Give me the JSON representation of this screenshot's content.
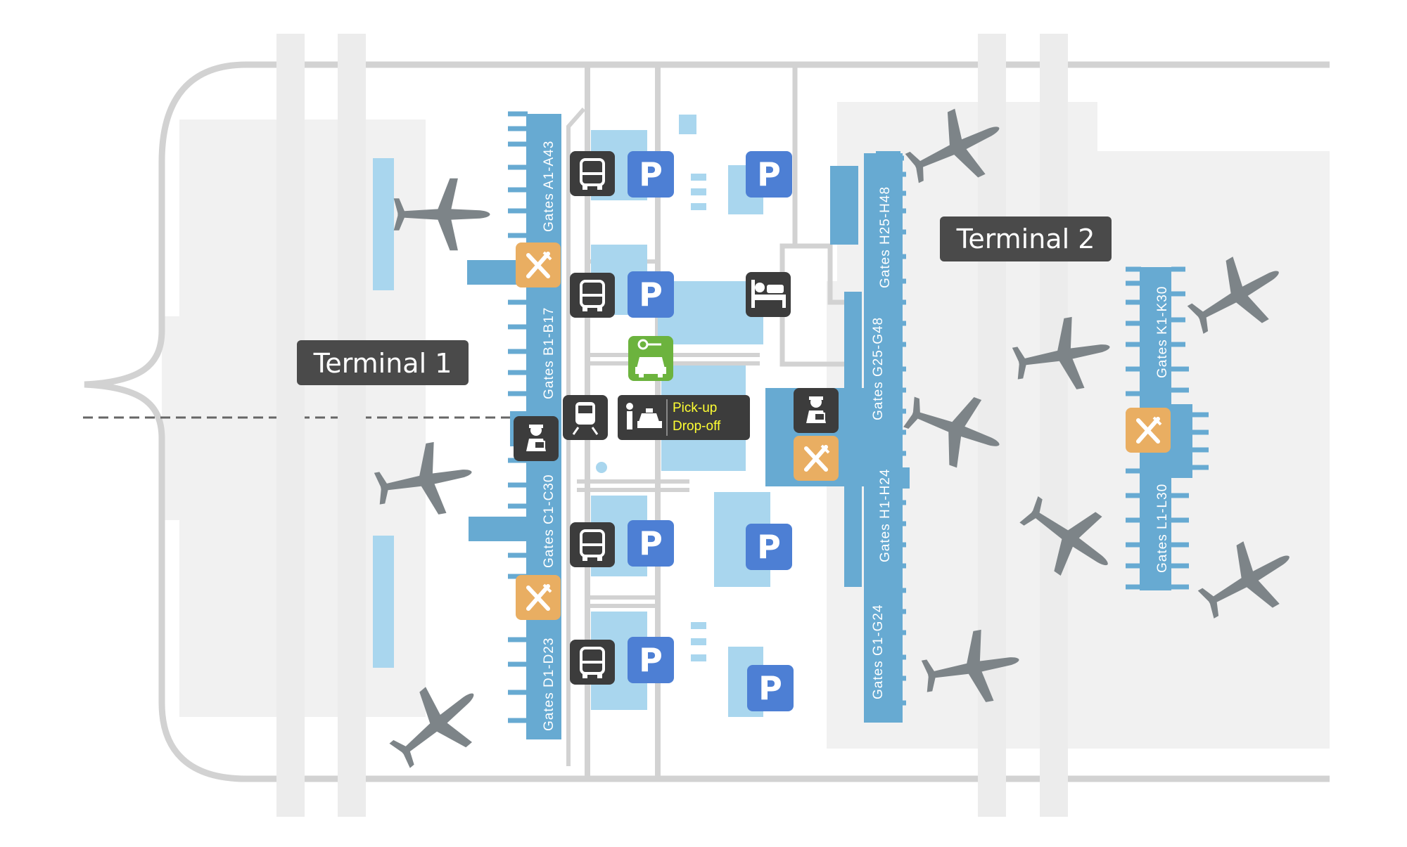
{
  "terminals": {
    "t1": "Terminal 1",
    "t2": "Terminal 2"
  },
  "gates": {
    "a": "Gates A1-A43",
    "b": "Gates B1-B17",
    "c": "Gates C1-C30",
    "d": "Gates D1-D23",
    "h_upper": "Gates H25-H48",
    "g_upper": "Gates G25-G48",
    "h_lower": "Gates H1-H24",
    "g_lower": "Gates G1-G24",
    "k": "Gates K1-K30",
    "l": "Gates L1-L30"
  },
  "pickup": {
    "line1": "Pick-up",
    "line2": "Drop-off"
  },
  "parking_letter": "P",
  "icons": {
    "parking": "parking-icon",
    "bus": "bus-icon",
    "train": "train-icon",
    "restaurant": "restaurant-icon",
    "hotel": "hotel-icon",
    "car_rental": "car-rental-icon",
    "passport_control": "passport-control-icon",
    "taxi": "taxi-icon",
    "airplane": "airplane-icon"
  },
  "colors": {
    "pier": "#67aad2",
    "apron": "#f1f1f1",
    "road": "#d2d2d2",
    "parking": "#4d7fd4",
    "dark_icon": "#3c3c3c",
    "restaurant": "#e9ae62",
    "car_rental": "#6cb33e",
    "label_bg": "#4a4a4a",
    "water": "#a9d6ee",
    "plane": "#7d8488",
    "pickup_text": "#ffff33"
  }
}
